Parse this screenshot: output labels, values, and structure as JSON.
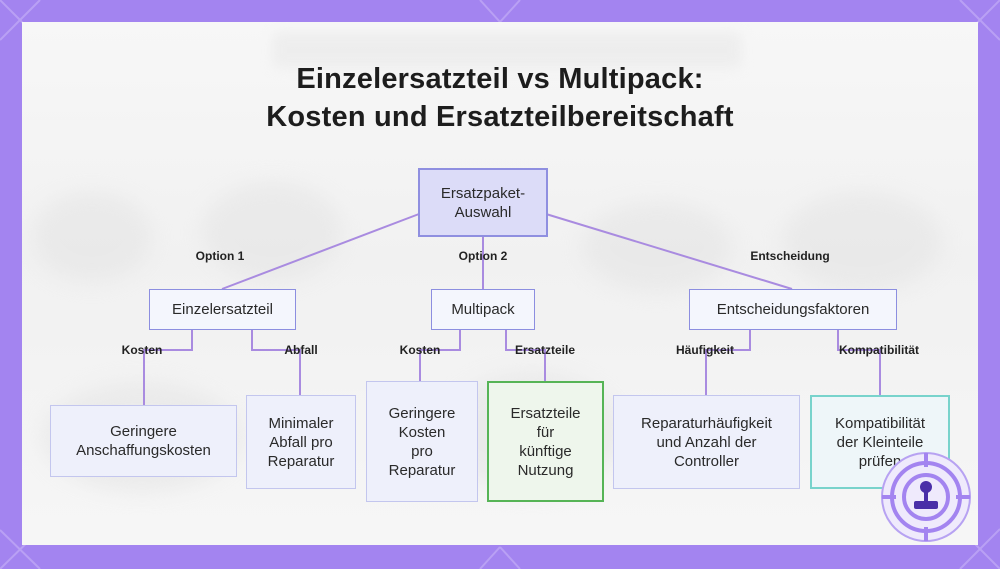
{
  "title": {
    "line1": "Einzelersatzteil vs Multipack:",
    "line2": "Kosten und Ersatzteilbereitschaft"
  },
  "root": {
    "label": "Ersatzpaket-\nAuswahl"
  },
  "level1": [
    {
      "edge_label": "Option 1",
      "label": "Einzelersatzteil"
    },
    {
      "edge_label": "Option 2",
      "label": "Multipack"
    },
    {
      "edge_label": "Entscheidung",
      "label": "Entscheidungsfaktoren"
    }
  ],
  "leaves": [
    {
      "edge_label": "Kosten",
      "label": "Geringere\nAnschaffungskosten"
    },
    {
      "edge_label": "Abfall",
      "label": "Minimaler\nAbfall pro\nReparatur"
    },
    {
      "edge_label": "Kosten",
      "label": "Geringere\nKosten\npro\nReparatur"
    },
    {
      "edge_label": "Ersatzteile",
      "label": "Ersatzteile\nfür\nkünftige\nNutzung"
    },
    {
      "edge_label": "Häufigkeit",
      "label": "Reparaturhäufigkeit\nund Anzahl der\nController"
    },
    {
      "edge_label": "Kompatibilität",
      "label": "Kompatibilität\nder Kleinteile\nprüfen"
    }
  ],
  "colors": {
    "frame": "#a384f0",
    "connector": "#a98be0",
    "highlight_green": "#56b456",
    "highlight_teal": "#78d3cc"
  },
  "icons": {
    "badge": "target-joystick-icon"
  }
}
